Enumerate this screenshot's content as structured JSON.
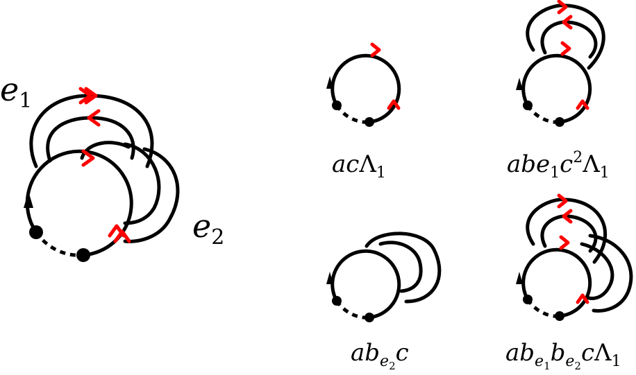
{
  "labels": {
    "e1_base": "e",
    "e1_sub": "1",
    "e2_base": "e",
    "e2_sub": "2"
  },
  "captions": {
    "top_left": {
      "a": "a",
      "c": "c",
      "Lambda": "Λ",
      "sub": "1"
    },
    "top_right": {
      "a": "a",
      "b": "b",
      "e": "e",
      "e_sub": "1",
      "c": "c",
      "c_sup": "2",
      "Lambda": "Λ",
      "sub": "1"
    },
    "bottom_left": {
      "a": "a",
      "b": "b",
      "b_sub_e": "e",
      "b_sub_e_sub": "2",
      "c": "c"
    },
    "bottom_right": {
      "a": "a",
      "b1": "b",
      "b1_sub_e": "e",
      "b1_sub_e_sub": "1",
      "b2": "b",
      "b2_sub_e": "e",
      "b2_sub_e_sub": "2",
      "c": "c",
      "Lambda": "Λ",
      "sub": "1"
    }
  },
  "colors": {
    "stroke": "#000000",
    "marker": "#ff0000"
  }
}
